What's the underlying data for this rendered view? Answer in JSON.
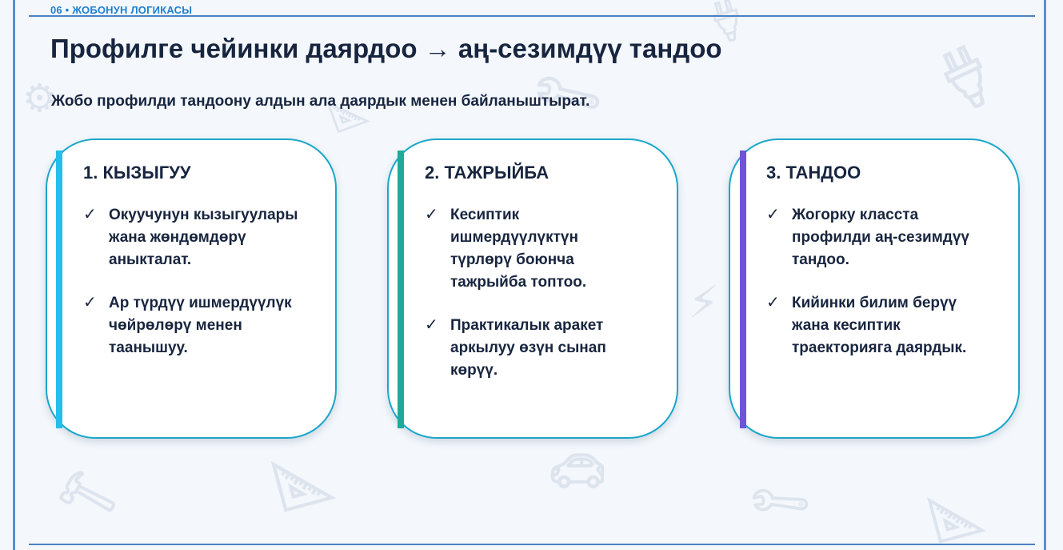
{
  "header": {
    "section_label": "06 • ЖОБОНУН ЛОГИКАСЫ",
    "title": "Профилге чейинки даярдоо → аң-сезимдүү тандоо",
    "subtitle": "Жобо профилди тандоону алдын ала даярдык менен байланыштырат."
  },
  "colors": {
    "card_border": "#1aa7c9",
    "bar_1": "#22bfe8",
    "bar_2": "#1faa9a",
    "bar_3": "#6f55d6",
    "text": "#18253f",
    "accent": "#1e7fd0"
  },
  "cards": [
    {
      "title": "1. КЫЗЫГУУ",
      "bullets": [
        "Окуучунун кызыгуулары жана жөндөмдөрү аныкталат.",
        "Ар түрдүү ишмердүүлүк чөйрөлөрү менен таанышуу."
      ]
    },
    {
      "title": "2. ТАЖРЫЙБА",
      "bullets": [
        "Кесиптик ишмердүүлүктүн түрлөрү боюнча тажрыйба топтоо.",
        "Практикалык аракет аркылуу өзүн сынап көрүү."
      ]
    },
    {
      "title": "3. ТАНДОО",
      "bullets": [
        "Жогорку класста профилди аң-сезимдүү тандоо.",
        "Кийинки билим берүү жана кесиптик траекторияга даярдык."
      ]
    }
  ],
  "icons": {
    "check": "check-icon",
    "decorations": [
      "gear-icon",
      "wrench-icon",
      "plug-icon",
      "ruler-icon",
      "bolt-icon",
      "car-icon",
      "hammer-icon"
    ]
  }
}
